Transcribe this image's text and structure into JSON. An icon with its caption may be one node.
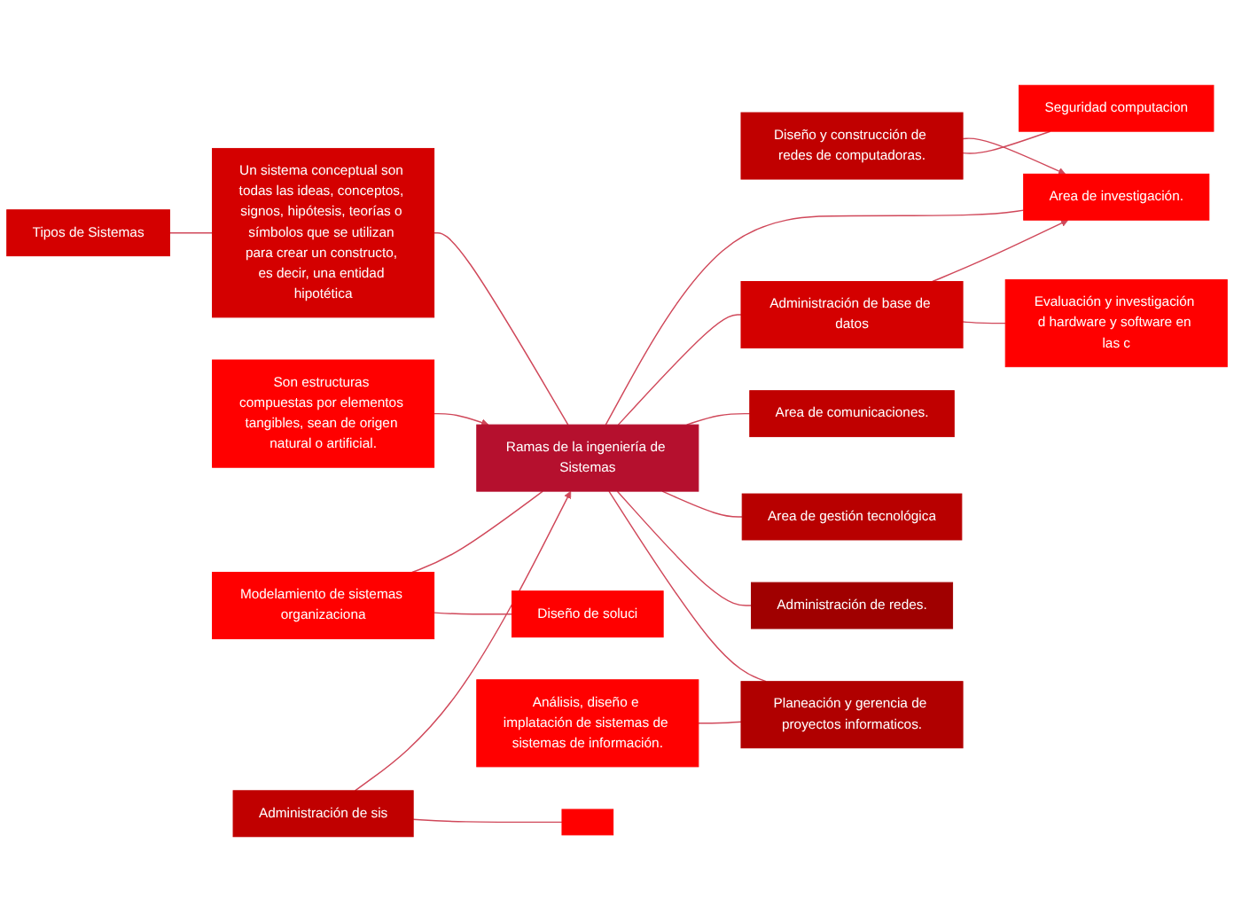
{
  "diagram": {
    "nodes": [
      {
        "text": [
          "Ramas de la ingeniería de Sistemas"
        ]
      },
      {
        "text": [
          "Tipos de Sistemas"
        ]
      },
      {
        "text": [
          "Un sistema conceptual son todas las ideas, conceptos, signos, hipótesis, teorías o símbolos que se utilizan para crear un constructo, es decir, una entidad hipotética"
        ]
      },
      {
        "text": [
          "Son estructuras compuestas por elementos tangibles, sean de origen natural o artificial."
        ]
      },
      {
        "text": [
          "Modelamiento de sistemas organizaciona"
        ]
      },
      {
        "text": [
          "Diseño de soluci"
        ]
      },
      {
        "text": [
          "Diseño y construcción de redes de computadoras."
        ]
      },
      {
        "text": [
          "Seguridad computacion"
        ]
      },
      {
        "text": [
          "Area de investigación."
        ]
      },
      {
        "text": [
          "Evaluación y investigación d hardware y software en las c"
        ]
      },
      {
        "text": [
          "Administración de base de datos"
        ]
      },
      {
        "text": [
          "Administración de sis"
        ]
      },
      {
        "text": [
          "Area de comunicaciones."
        ]
      },
      {
        "text": [
          "Area de gestión tecnológica"
        ]
      },
      {
        "text": [
          "Administración de redes."
        ]
      },
      {
        "text": [
          "Análisis, diseño e implatación de sistemas de sistemas de información."
        ]
      },
      {
        "text": [
          "Planeación y gerencia de proyectos informaticos."
        ]
      },
      {
        "text": [],
        "shape": "box"
      }
    ],
    "edges": [
      {
        "from": 0,
        "to": 8,
        "arrow": "none"
      },
      {
        "from": 0,
        "to": 10,
        "arrow": "none"
      },
      {
        "from": 0,
        "to": 12,
        "arrow": "none"
      },
      {
        "from": 0,
        "to": 13,
        "arrow": "none"
      },
      {
        "from": 0,
        "to": 14,
        "arrow": "none"
      },
      {
        "from": 2,
        "to": 0,
        "arrow": "none"
      },
      {
        "from": 3,
        "to": 0,
        "arrow": "to"
      },
      {
        "from": 1,
        "to": 2,
        "arrow": "none"
      },
      {
        "from": 4,
        "to": 0,
        "arrow": "none"
      },
      {
        "from": 4,
        "to": 5,
        "arrow": "none"
      },
      {
        "from": 6,
        "to": 8,
        "arrow": "to"
      },
      {
        "from": 6,
        "to": 7,
        "arrow": "none"
      },
      {
        "from": 10,
        "to": 8,
        "arrow": "to"
      },
      {
        "from": 10,
        "to": 9,
        "arrow": "none"
      },
      {
        "from": 11,
        "to": 0,
        "arrow": "to"
      },
      {
        "from": 0,
        "to": 16,
        "arrow": "none"
      },
      {
        "from": 15,
        "to": 16,
        "arrow": "none"
      },
      {
        "from": 11,
        "to": 17,
        "arrow": "none"
      }
    ]
  }
}
